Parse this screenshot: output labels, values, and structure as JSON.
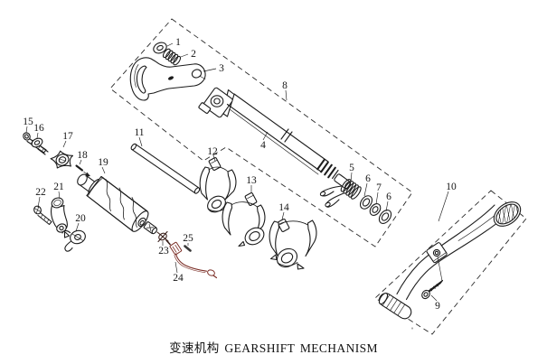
{
  "figure": {
    "caption": "变速机构 GEARSHIFT MECHANISM",
    "caption_zh": "变速机构",
    "caption_en": "GEARSHIFT MECHANISM"
  },
  "colors": {
    "line": "#1c1c1c",
    "dashed_box": "#2a2a2a",
    "accent_rod": "#7b2d25",
    "background": "#ffffff"
  },
  "part_labels": [
    {
      "id": "1"
    },
    {
      "id": "2"
    },
    {
      "id": "3"
    },
    {
      "id": "4"
    },
    {
      "id": "5"
    },
    {
      "id": "6"
    },
    {
      "id": "7"
    },
    {
      "id": "6"
    },
    {
      "id": "8"
    },
    {
      "id": "9"
    },
    {
      "id": "10"
    },
    {
      "id": "11"
    },
    {
      "id": "12"
    },
    {
      "id": "13"
    },
    {
      "id": "14"
    },
    {
      "id": "15"
    },
    {
      "id": "16"
    },
    {
      "id": "17"
    },
    {
      "id": "18"
    },
    {
      "id": "19"
    },
    {
      "id": "20"
    },
    {
      "id": "21"
    },
    {
      "id": "22"
    },
    {
      "id": "23"
    },
    {
      "id": "24"
    },
    {
      "id": "25"
    }
  ]
}
